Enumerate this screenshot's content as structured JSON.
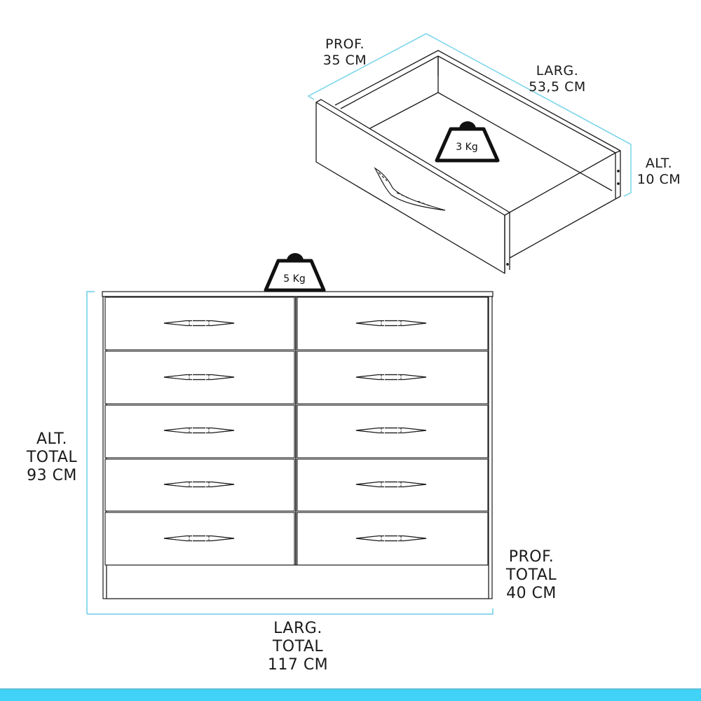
{
  "colors": {
    "dimension_line": "#7fd6ea",
    "outline": "#1a1a1a",
    "bottom_bar": "#41d2f8",
    "background": "#ffffff"
  },
  "drawer_view": {
    "depth_label": [
      "PROF.",
      "35 CM"
    ],
    "width_label": [
      "LARG.",
      "53,5 CM"
    ],
    "height_label": [
      "ALT.",
      "10 CM"
    ],
    "weight_capacity": "3 Kg"
  },
  "dresser_view": {
    "top_weight_capacity": "5 Kg",
    "height_label": [
      "ALT.",
      "TOTAL",
      "93 CM"
    ],
    "depth_label": [
      "PROF.",
      "TOTAL",
      "40 CM"
    ],
    "width_label": [
      "LARG.",
      "TOTAL",
      "117 CM"
    ],
    "drawer_rows": 5,
    "drawer_columns": 2,
    "drawer_count": 10
  }
}
